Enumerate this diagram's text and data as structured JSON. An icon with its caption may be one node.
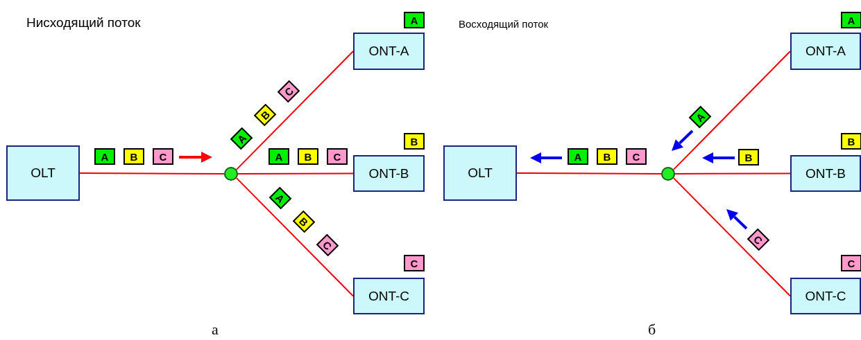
{
  "diagram": {
    "nodes": [
      {
        "text": [
          "OLT"
        ]
      },
      {
        "text": [],
        "shape": "circle"
      },
      {
        "text": [
          "ONT-A"
        ]
      },
      {
        "text": [
          "ONT-B"
        ]
      },
      {
        "text": [
          "ONT-C"
        ]
      },
      {
        "text": [
          "OLT"
        ]
      },
      {
        "text": [],
        "shape": "circle"
      },
      {
        "text": [
          "ONT-A"
        ]
      },
      {
        "text": [
          "ONT-B"
        ]
      },
      {
        "text": [
          "ONT-C"
        ]
      },
      {
        "text": [
          "A"
        ]
      },
      {
        "text": [
          "B"
        ]
      },
      {
        "text": [
          "C"
        ]
      },
      {
        "text": [
          "A"
        ]
      },
      {
        "text": [
          "B"
        ]
      },
      {
        "text": [
          "C"
        ]
      },
      {
        "text": [
          "A"
        ]
      },
      {
        "text": [
          "B"
        ]
      },
      {
        "text": [
          "C"
        ]
      },
      {
        "text": [
          "A"
        ]
      },
      {
        "text": [
          "B"
        ]
      },
      {
        "text": [
          "C"
        ]
      },
      {
        "text": [
          "A"
        ]
      },
      {
        "text": [
          "B"
        ]
      },
      {
        "text": [
          "C"
        ]
      },
      {
        "text": [
          "A"
        ]
      },
      {
        "text": [
          "B"
        ]
      },
      {
        "text": [
          "C"
        ]
      },
      {
        "text": [
          "A"
        ]
      },
      {
        "text": [
          "B"
        ]
      },
      {
        "text": [
          "C"
        ]
      },
      {
        "text": [
          "A"
        ]
      },
      {
        "text": [
          "B"
        ]
      },
      {
        "text": [
          "C"
        ]
      }
    ],
    "edges": [
      {
        "from": 0,
        "to": 1,
        "arrow": "none"
      },
      {
        "from": 1,
        "to": 2,
        "arrow": "none"
      },
      {
        "from": 1,
        "to": 3,
        "arrow": "none"
      },
      {
        "from": 1,
        "to": 4,
        "arrow": "none"
      },
      {
        "from": 5,
        "to": 6,
        "arrow": "none"
      },
      {
        "from": 6,
        "to": 7,
        "arrow": "none"
      },
      {
        "from": 6,
        "to": 8,
        "arrow": "none"
      },
      {
        "from": 6,
        "to": 9,
        "arrow": "none"
      }
    ],
    "labels": [
      "Нисходящий поток",
      "Восходящий поток",
      "а",
      "б"
    ]
  }
}
